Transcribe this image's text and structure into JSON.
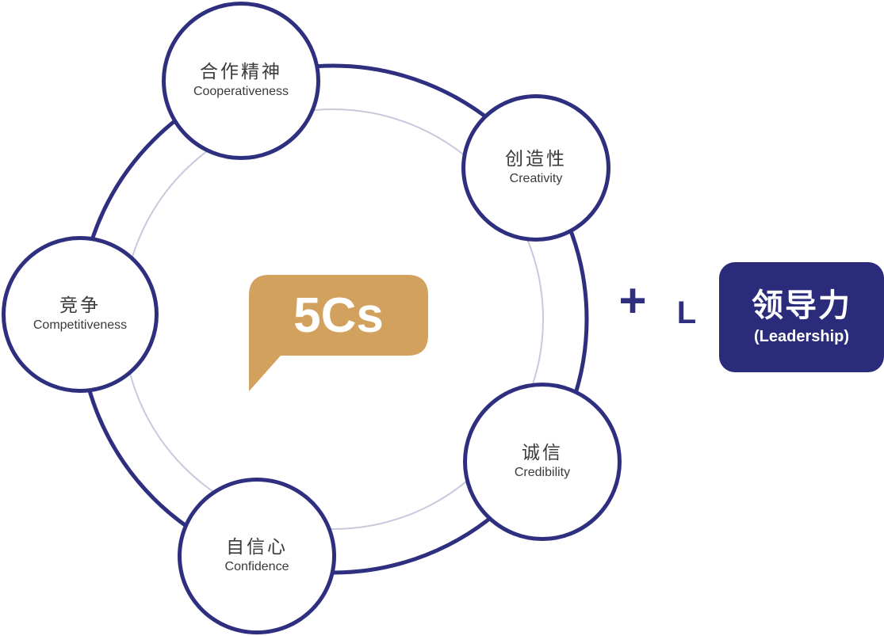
{
  "colors": {
    "ring": "#2e2f7f",
    "inner_ring": "#c9c9dd",
    "badge": "#d2a15e",
    "leadership_box": "#2a2b7a",
    "text": "#3a3a3a",
    "white": "#ffffff"
  },
  "center_badge": {
    "label": "5Cs"
  },
  "nodes": [
    {
      "id": "cooperativeness",
      "cn": "合作精神",
      "en": "Cooperativeness"
    },
    {
      "id": "creativity",
      "cn": "创造性",
      "en": "Creativity"
    },
    {
      "id": "competitiveness",
      "cn": "竞争",
      "en": "Competitiveness"
    },
    {
      "id": "credibility",
      "cn": "诚信",
      "en": "Credibility"
    },
    {
      "id": "confidence",
      "cn": "自信心",
      "en": "Confidence"
    }
  ],
  "plus": {
    "symbol": "+",
    "letter": "L"
  },
  "leadership": {
    "cn": "领导力",
    "en": "(Leadership)"
  }
}
